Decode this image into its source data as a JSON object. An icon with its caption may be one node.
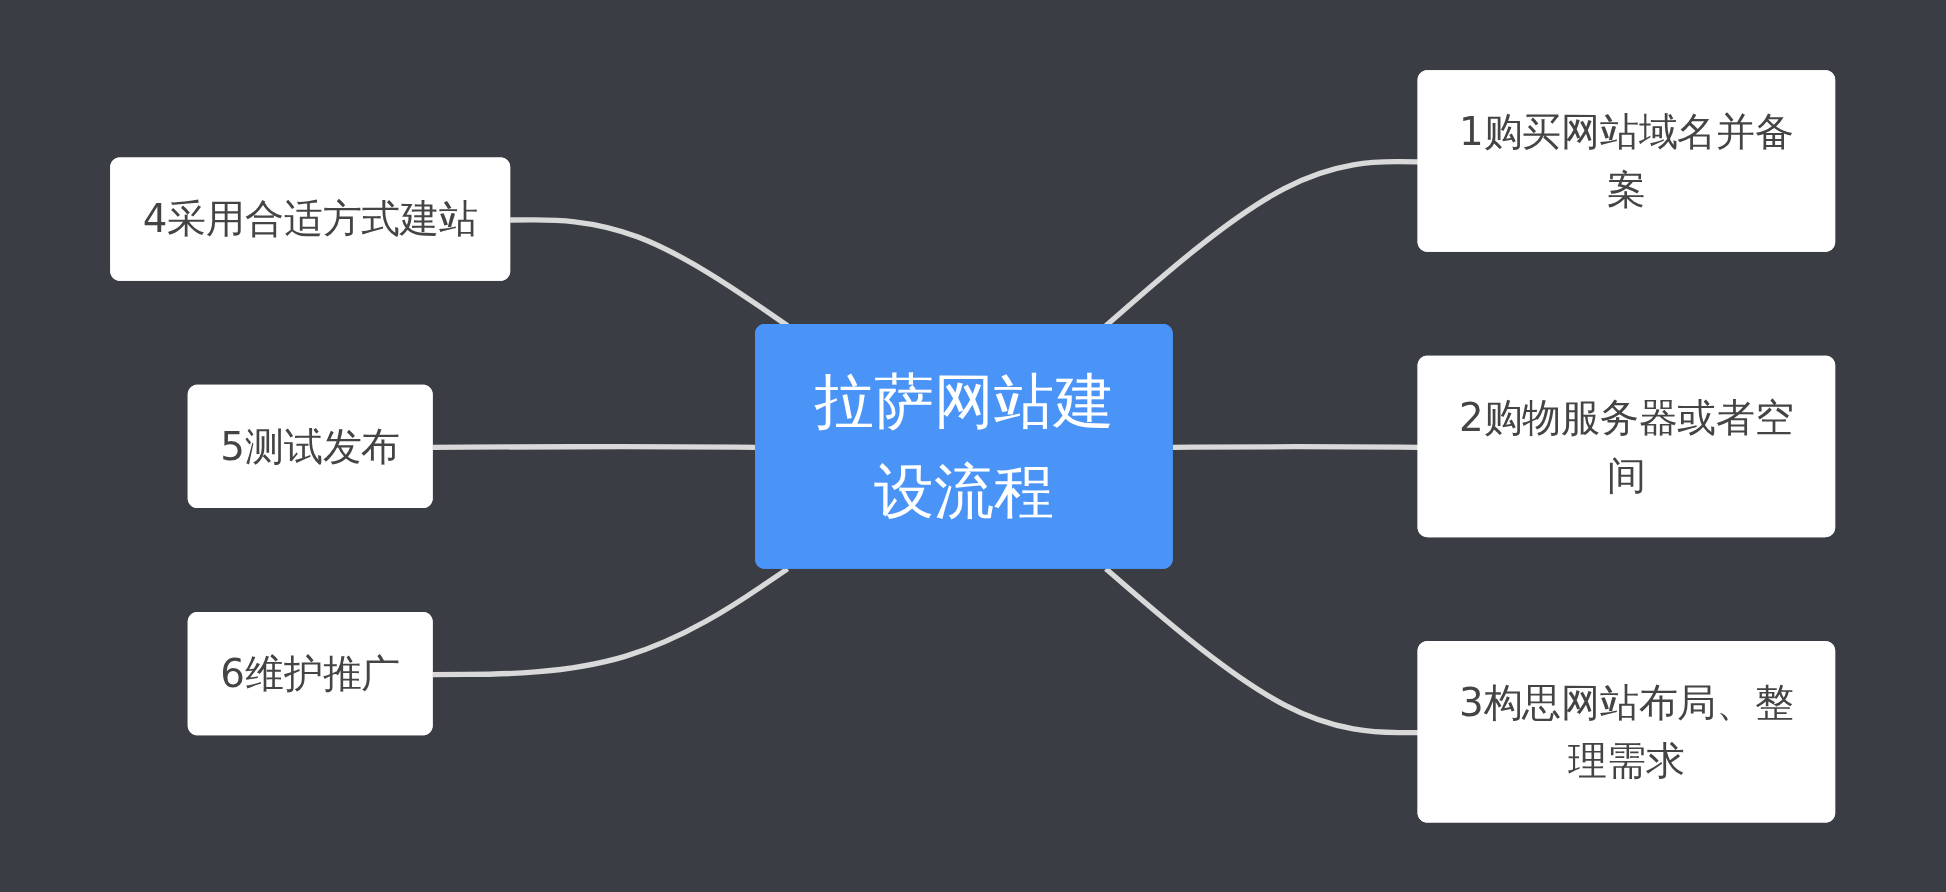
{
  "diagram": {
    "nodes": [
      {
        "text": [
          "拉萨网站建设流程"
        ]
      },
      {
        "text": [
          "1购买网站域名并备案"
        ]
      },
      {
        "text": [
          "2购物服务器或者空间"
        ]
      },
      {
        "text": [
          "3构思网站布局、整理需求"
        ]
      },
      {
        "text": [
          "4采用合适方式建站"
        ]
      },
      {
        "text": [
          "5测试发布"
        ]
      },
      {
        "text": [
          "6维护推广"
        ]
      }
    ],
    "edges": [
      {
        "from": 0,
        "to": 1,
        "arrow": "none"
      },
      {
        "from": 0,
        "to": 2,
        "arrow": "none"
      },
      {
        "from": 0,
        "to": 3,
        "arrow": "none"
      },
      {
        "from": 4,
        "to": 0,
        "arrow": "none"
      },
      {
        "from": 5,
        "to": 0,
        "arrow": "none"
      },
      {
        "from": 6,
        "to": 0,
        "arrow": "none"
      }
    ]
  }
}
